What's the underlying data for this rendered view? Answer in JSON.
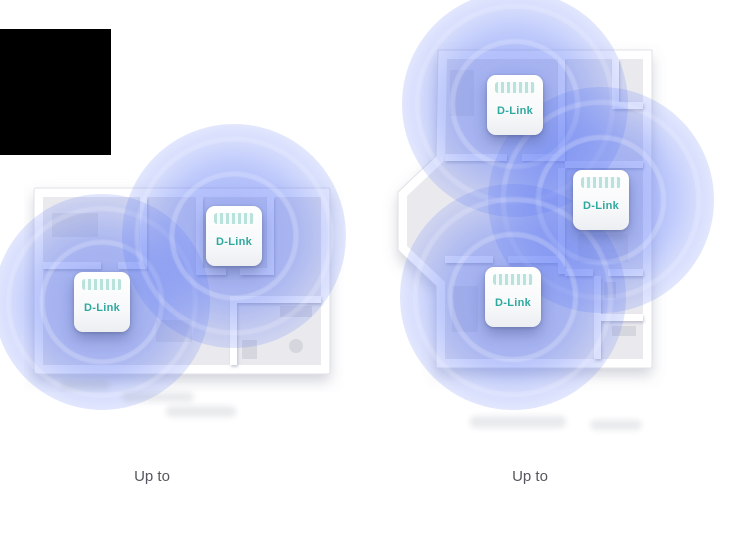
{
  "panels": [
    {
      "name": "small-home-floorplan",
      "devices": [
        {
          "label": "D-Link"
        },
        {
          "label": "D-Link"
        }
      ],
      "caption": {
        "up_to": "Up to"
      }
    },
    {
      "name": "large-home-floorplan",
      "devices": [
        {
          "label": "D-Link"
        },
        {
          "label": "D-Link"
        },
        {
          "label": "D-Link"
        }
      ],
      "caption": {
        "up_to": "Up to"
      }
    }
  ],
  "colors": {
    "coverage_blue": "#506EF5",
    "device_logo_teal": "#2FA99E",
    "floor_gray": "#E9E9EE",
    "background": "#FFFFFF",
    "masked_region": "#000000"
  }
}
